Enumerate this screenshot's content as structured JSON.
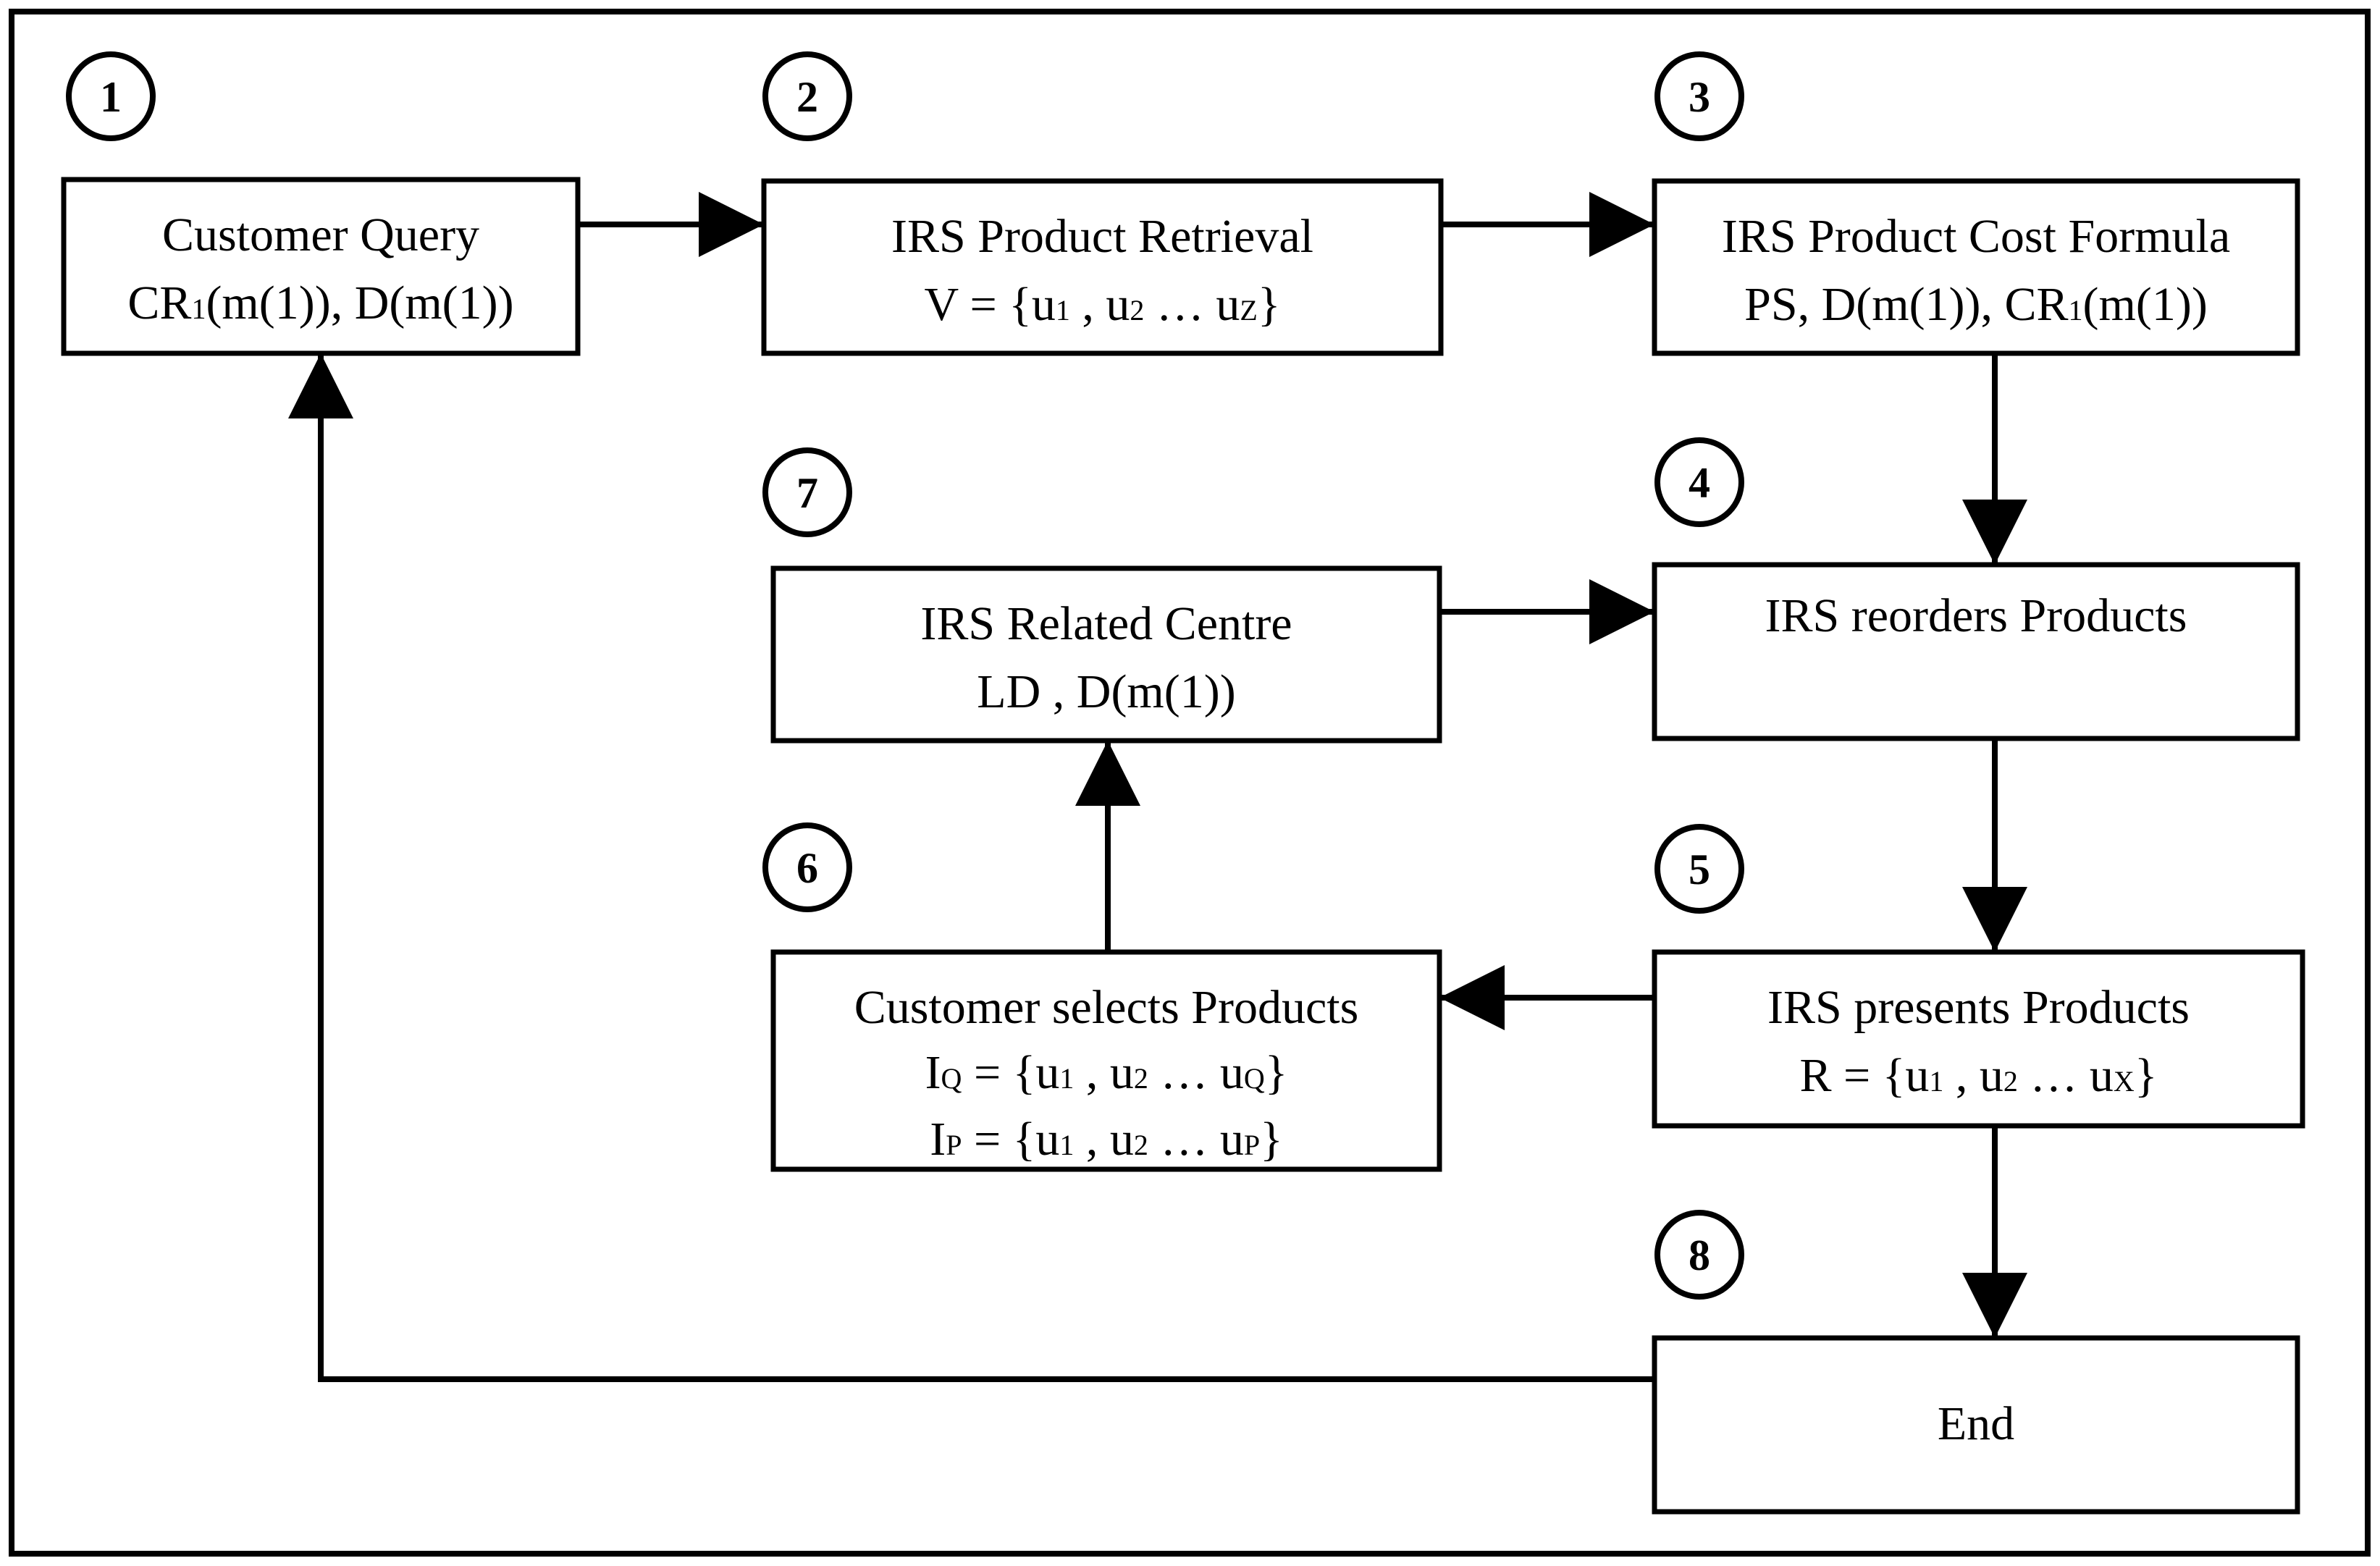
{
  "steps": [
    {
      "number": "1",
      "box_lines": [
        [
          "Customer Query"
        ],
        [
          "CR",
          {
            "sub": "1"
          },
          "(m(1)), D(m(1))"
        ]
      ]
    },
    {
      "number": "2",
      "box_lines": [
        [
          "IRS Product Retrieval"
        ],
        [
          "V = {u",
          {
            "sub": "1"
          },
          " , u",
          {
            "sub": "2"
          },
          " … u",
          {
            "sub": "Z"
          },
          "}"
        ]
      ]
    },
    {
      "number": "3",
      "box_lines": [
        [
          "IRS Product Cost Formula"
        ],
        [
          "PS, D(m(1)), CR",
          {
            "sub": "1"
          },
          "(m(1))"
        ]
      ]
    },
    {
      "number": "4",
      "box_lines": [
        [
          "IRS reorders Products"
        ]
      ]
    },
    {
      "number": "5",
      "box_lines": [
        [
          "IRS presents Products"
        ],
        [
          "R = {u",
          {
            "sub": "1"
          },
          " , u",
          {
            "sub": "2"
          },
          " … u",
          {
            "sub": "X"
          },
          "}"
        ]
      ]
    },
    {
      "number": "6",
      "box_lines": [
        [
          "Customer selects Products"
        ],
        [
          "I",
          {
            "sub": "Q"
          },
          " = {u",
          {
            "sub": "1"
          },
          " , u",
          {
            "sub": "2"
          },
          " … u",
          {
            "sub": "Q"
          },
          "}"
        ],
        [
          "I",
          {
            "sub": "P"
          },
          " = {u",
          {
            "sub": "1"
          },
          " , u",
          {
            "sub": "2"
          },
          " … u",
          {
            "sub": "P"
          },
          "}"
        ]
      ]
    },
    {
      "number": "7",
      "box_lines": [
        [
          "IRS Related Centre"
        ],
        [
          "LD , D(m(1))"
        ]
      ]
    },
    {
      "number": "8",
      "box_lines": [
        [
          "End"
        ]
      ]
    }
  ],
  "connections": [
    {
      "from": "1",
      "to": "2"
    },
    {
      "from": "2",
      "to": "3"
    },
    {
      "from": "3",
      "to": "4"
    },
    {
      "from": "4",
      "to": "5"
    },
    {
      "from": "5",
      "to": "6"
    },
    {
      "from": "6",
      "to": "7"
    },
    {
      "from": "7",
      "to": "4"
    },
    {
      "from": "5",
      "to": "8"
    },
    {
      "from": "8",
      "to": "1"
    }
  ]
}
